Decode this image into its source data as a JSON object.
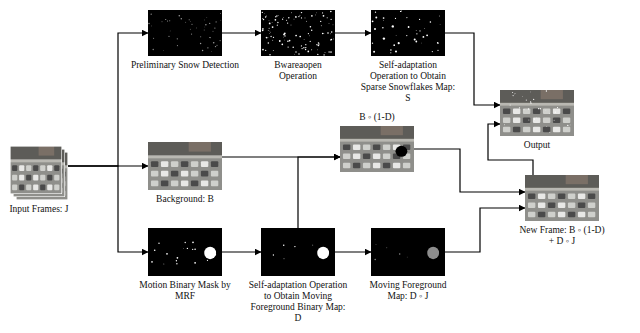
{
  "diagram": {
    "nodes": [
      {
        "text": [
          "Input Frames: J"
        ]
      },
      {
        "text": [
          "Preliminary Snow Detection"
        ]
      },
      {
        "text": [
          "Bwareaopen Operation"
        ]
      },
      {
        "text": [
          "Self-adaptation Operation to Obtain Sparse Snowflakes Map: S"
        ]
      },
      {
        "text": [
          "Output"
        ]
      },
      {
        "text": [
          "Background: B"
        ]
      },
      {
        "text": [
          "B ◦ (1-D)"
        ]
      },
      {
        "text": [
          "Motion Binary Mask by MRF"
        ]
      },
      {
        "text": [
          "Self-adaptation Operation to Obtain Moving Foreground Binary Map: D"
        ]
      },
      {
        "text": [
          "Moving Foreground Map: D ◦ J"
        ]
      },
      {
        "text": [
          "New Frame: B ◦ (1-D) + D ◦ J"
        ]
      }
    ],
    "edges": [
      {
        "from": 0,
        "to": 1,
        "arrow": "to"
      },
      {
        "from": 0,
        "to": 5,
        "arrow": "to"
      },
      {
        "from": 0,
        "to": 7,
        "arrow": "to"
      },
      {
        "from": 1,
        "to": 2,
        "arrow": "to"
      },
      {
        "from": 2,
        "to": 3,
        "arrow": "to"
      },
      {
        "from": 3,
        "to": 4,
        "arrow": "to"
      },
      {
        "from": 5,
        "to": 6,
        "arrow": "to"
      },
      {
        "from": 7,
        "to": 8,
        "arrow": "to"
      },
      {
        "from": 8,
        "to": 6,
        "arrow": "to"
      },
      {
        "from": 8,
        "to": 9,
        "arrow": "to"
      },
      {
        "from": 6,
        "to": 10,
        "arrow": "to"
      },
      {
        "from": 9,
        "to": 10,
        "arrow": "to"
      },
      {
        "from": 10,
        "to": 4,
        "arrow": "to"
      }
    ]
  }
}
